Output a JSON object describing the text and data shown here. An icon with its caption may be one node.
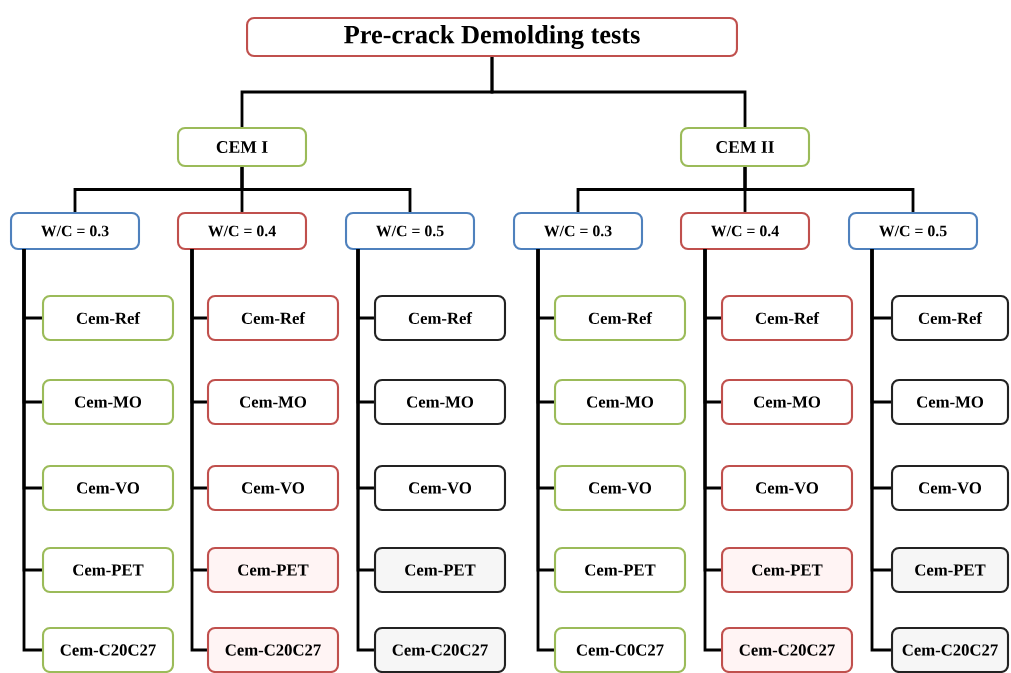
{
  "diagram": {
    "nodes": [
      {
        "text": [
          "Pre-crack Demolding tests"
        ]
      },
      {
        "text": [
          "CEM I"
        ]
      },
      {
        "text": [
          "CEM II"
        ]
      },
      {
        "text": [
          "W/C = 0.3"
        ]
      },
      {
        "text": [
          "W/C = 0.4"
        ]
      },
      {
        "text": [
          "W/C = 0.5"
        ]
      },
      {
        "text": [
          "W/C = 0.3"
        ]
      },
      {
        "text": [
          "W/C = 0.4"
        ]
      },
      {
        "text": [
          "W/C = 0.5"
        ]
      },
      {
        "text": [
          "Cem-Ref"
        ]
      },
      {
        "text": [
          "Cem-MO"
        ]
      },
      {
        "text": [
          "Cem-VO"
        ]
      },
      {
        "text": [
          "Cem-PET"
        ]
      },
      {
        "text": [
          "Cem-C20C27"
        ]
      },
      {
        "text": [
          "Cem-Ref"
        ]
      },
      {
        "text": [
          "Cem-MO"
        ]
      },
      {
        "text": [
          "Cem-VO"
        ]
      },
      {
        "text": [
          "Cem-PET"
        ]
      },
      {
        "text": [
          "Cem-C20C27"
        ]
      },
      {
        "text": [
          "Cem-Ref"
        ]
      },
      {
        "text": [
          "Cem-MO"
        ]
      },
      {
        "text": [
          "Cem-VO"
        ]
      },
      {
        "text": [
          "Cem-PET"
        ]
      },
      {
        "text": [
          "Cem-C20C27"
        ]
      },
      {
        "text": [
          "Cem-Ref"
        ]
      },
      {
        "text": [
          "Cem-MO"
        ]
      },
      {
        "text": [
          "Cem-VO"
        ]
      },
      {
        "text": [
          "Cem-PET"
        ]
      },
      {
        "text": [
          "Cem-C0C27"
        ]
      },
      {
        "text": [
          "Cem-Ref"
        ]
      },
      {
        "text": [
          "Cem-MO"
        ]
      },
      {
        "text": [
          "Cem-VO"
        ]
      },
      {
        "text": [
          "Cem-PET"
        ]
      },
      {
        "text": [
          "Cem-C20C27"
        ]
      },
      {
        "text": [
          "Cem-Ref"
        ]
      },
      {
        "text": [
          "Cem-MO"
        ]
      },
      {
        "text": [
          "Cem-VO"
        ]
      },
      {
        "text": [
          "Cem-PET"
        ]
      },
      {
        "text": [
          "Cem-C20C27"
        ]
      }
    ],
    "edges": [
      {
        "from": 0,
        "to": 1,
        "arrow": "none"
      },
      {
        "from": 0,
        "to": 2,
        "arrow": "none"
      },
      {
        "from": 1,
        "to": 3,
        "arrow": "none"
      },
      {
        "from": 1,
        "to": 4,
        "arrow": "none"
      },
      {
        "from": 1,
        "to": 5,
        "arrow": "none"
      },
      {
        "from": 2,
        "to": 6,
        "arrow": "none"
      },
      {
        "from": 2,
        "to": 7,
        "arrow": "none"
      },
      {
        "from": 2,
        "to": 8,
        "arrow": "none"
      },
      {
        "from": 3,
        "to": 9,
        "arrow": "none"
      },
      {
        "from": 3,
        "to": 10,
        "arrow": "none"
      },
      {
        "from": 3,
        "to": 11,
        "arrow": "none"
      },
      {
        "from": 3,
        "to": 12,
        "arrow": "none"
      },
      {
        "from": 3,
        "to": 13,
        "arrow": "none"
      },
      {
        "from": 4,
        "to": 14,
        "arrow": "none"
      },
      {
        "from": 4,
        "to": 15,
        "arrow": "none"
      },
      {
        "from": 4,
        "to": 16,
        "arrow": "none"
      },
      {
        "from": 4,
        "to": 17,
        "arrow": "none"
      },
      {
        "from": 4,
        "to": 18,
        "arrow": "none"
      },
      {
        "from": 5,
        "to": 19,
        "arrow": "none"
      },
      {
        "from": 5,
        "to": 20,
        "arrow": "none"
      },
      {
        "from": 5,
        "to": 21,
        "arrow": "none"
      },
      {
        "from": 5,
        "to": 22,
        "arrow": "none"
      },
      {
        "from": 5,
        "to": 23,
        "arrow": "none"
      },
      {
        "from": 6,
        "to": 24,
        "arrow": "none"
      },
      {
        "from": 6,
        "to": 25,
        "arrow": "none"
      },
      {
        "from": 6,
        "to": 26,
        "arrow": "none"
      },
      {
        "from": 6,
        "to": 27,
        "arrow": "none"
      },
      {
        "from": 6,
        "to": 28,
        "arrow": "none"
      },
      {
        "from": 7,
        "to": 29,
        "arrow": "none"
      },
      {
        "from": 7,
        "to": 30,
        "arrow": "none"
      },
      {
        "from": 7,
        "to": 31,
        "arrow": "none"
      },
      {
        "from": 7,
        "to": 32,
        "arrow": "none"
      },
      {
        "from": 7,
        "to": 33,
        "arrow": "none"
      },
      {
        "from": 8,
        "to": 34,
        "arrow": "none"
      },
      {
        "from": 8,
        "to": 35,
        "arrow": "none"
      },
      {
        "from": 8,
        "to": 36,
        "arrow": "none"
      },
      {
        "from": 8,
        "to": 37,
        "arrow": "none"
      },
      {
        "from": 8,
        "to": 38,
        "arrow": "none"
      }
    ]
  }
}
